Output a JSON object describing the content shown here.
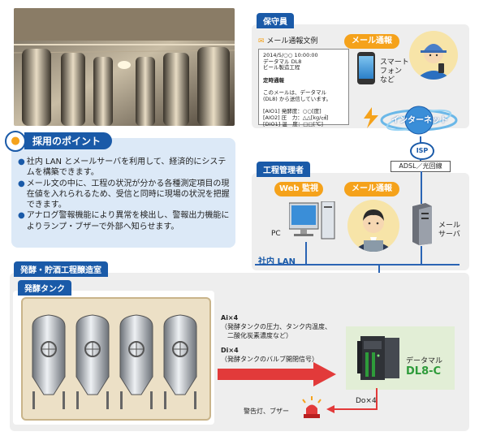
{
  "guard": {
    "tab": "保守員",
    "mail_example": "メール通報文例",
    "mail_badge": "メール通報",
    "smartphone": [
      "スマート",
      "フォン",
      "など"
    ],
    "mail_lines": [
      "2014/5/○○ 10:00:00",
      "データマル DL8",
      "ビール製造工程",
      "",
      "定時通報",
      "",
      "このメールは、データマル",
      "(DL8) から送信しています。",
      "",
      "[AIO1] 発酵度：○○[度]",
      "[AIO2] 圧　力：△△[kg/㎠]",
      "[DIO1] 温　度：□□[℃]"
    ]
  },
  "internet": {
    "label": "インターネット",
    "isp": "ISP",
    "adsl": "ADSL／光回線"
  },
  "points": {
    "title": "採用のポイント",
    "items": [
      "社内 LAN とメールサーバを利用して、経済的にシステムを構築できます。",
      "メール文の中に、工程の状況が分かる各種測定項目の現在値を入れられるため、受信と同時に現場の状況を把握できます。",
      "アナログ警報機能により異常を検出し、警報出力機能によりランプ・ブザーで外部へ知らせます。"
    ]
  },
  "manager": {
    "tab": "工程管理者",
    "web": "Web 監視",
    "mail": "メール通報",
    "pc": "PC",
    "server": [
      "メール",
      "サーバ"
    ],
    "lan": "社内 LAN"
  },
  "room": {
    "tab": "発酵・貯酒工程醸造室",
    "subtab": "発酵タンク",
    "ai_title": "Ai×4",
    "ai_desc": [
      "（発酵タンクの圧力、タンク内温度、",
      "二酸化炭素濃度など）"
    ],
    "di_title": "Di×4",
    "di_desc": "（発酵タンクのバルブ開閉信号）",
    "device_name": "データマル",
    "device_model": "DL8-C",
    "do_label": "Do×4",
    "alarm": "警告灯、ブザー"
  },
  "colors": {
    "blue": "#1a5aa8",
    "orange": "#f5a21b",
    "red": "#e23a3a",
    "green": "#2e9b3a"
  }
}
